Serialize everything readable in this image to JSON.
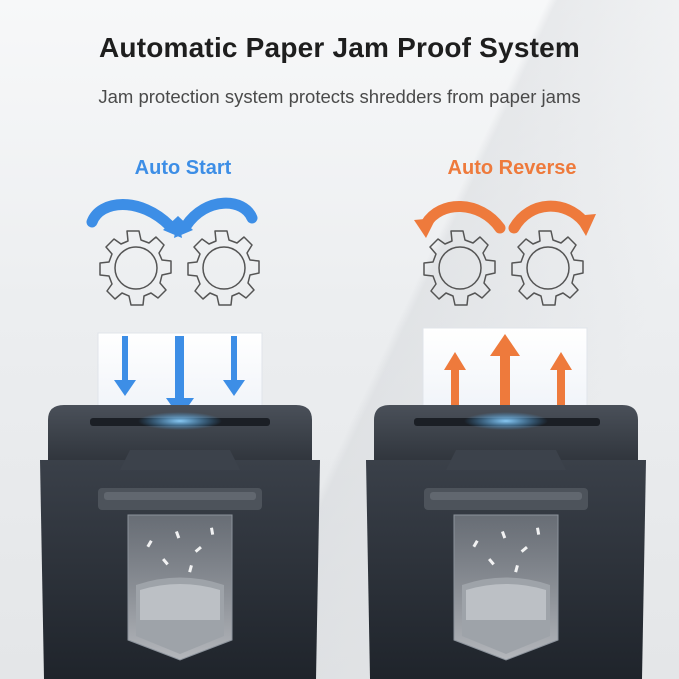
{
  "header": {
    "title": "Automatic Paper Jam Proof System",
    "subtitle": "Jam protection system protects shredders from paper jams"
  },
  "modes": [
    {
      "label": "Auto Start",
      "color": "#3d8ee6",
      "direction": "down"
    },
    {
      "label": "Auto Reverse",
      "color": "#ee7a3c",
      "direction": "up"
    }
  ],
  "icons": [
    "gear-icon",
    "curved-arrow-icon",
    "straight-arrow-icon"
  ],
  "colors": {
    "blue_accent": "#3d8ee6",
    "orange_accent": "#ee7a3c",
    "shredder_body": "#2b3038",
    "led_glow": "#4fb4ff"
  }
}
